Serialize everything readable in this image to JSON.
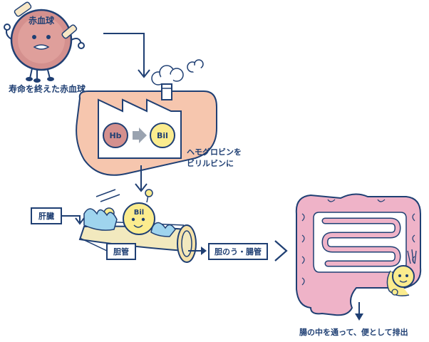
{
  "rbc": {
    "face_label": "赤血球",
    "caption": "寿命を終えた赤血球"
  },
  "factory": {
    "hb_label": "Hb",
    "bil_label": "Bil",
    "caption_line1": "ヘモグロビンを",
    "caption_line2": "ビリルビンに"
  },
  "character": {
    "label": "Bil"
  },
  "labels": {
    "liver": "肝臓",
    "bile_duct": "胆管",
    "gallbladder_intestine": "胆のう・腸管",
    "excretion": "腸の中を通って、便として排出"
  },
  "colors": {
    "navy": "#1f3f73",
    "rbc": "#d4908e",
    "liver": "#f6c6ae",
    "factory": "#ffffff",
    "bil": "#fbec8e",
    "intestine": "#efb3c8",
    "duct": "#f2e9be",
    "splash": "#9fd4ee"
  }
}
